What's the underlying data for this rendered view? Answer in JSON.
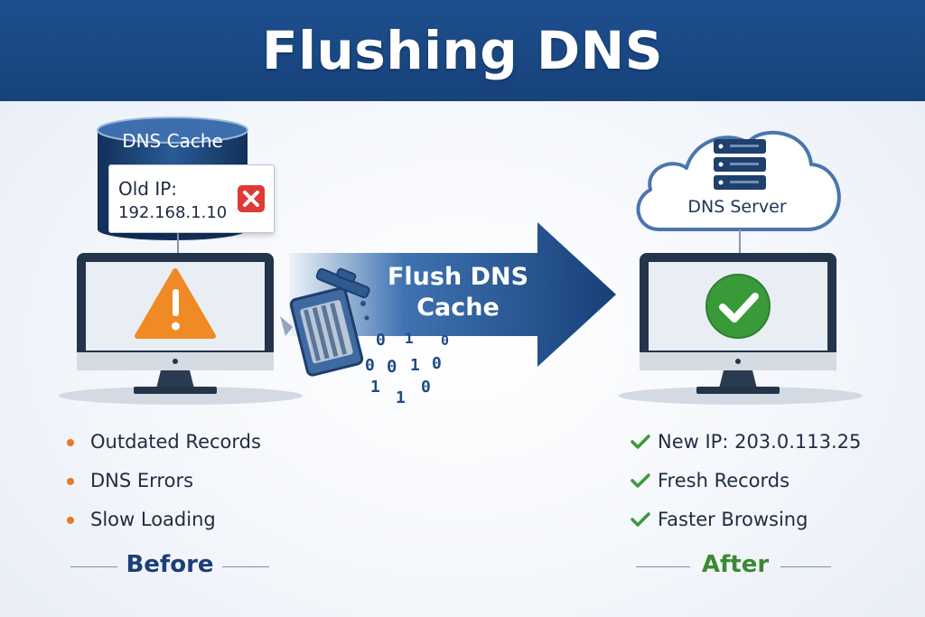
{
  "title": "Flushing DNS",
  "before": {
    "cache_label": "DNS Cache",
    "old_ip_label": "Old IP:",
    "old_ip_value": "192.168.1.10",
    "items": [
      "Outdated Records",
      "DNS Errors",
      "Slow Loading"
    ],
    "caption": "Before"
  },
  "action": {
    "label": "Flush DNS Cache",
    "binary_digits": [
      "0",
      "1",
      "0",
      "0",
      "1",
      "0",
      "1",
      "0",
      "1",
      "0"
    ]
  },
  "after": {
    "server_label": "DNS Server",
    "items": [
      "New IP: 203.0.113.25",
      "Fresh Records",
      "Faster Browsing"
    ],
    "caption": "After"
  },
  "colors": {
    "header": "#1d4f8e",
    "arrow": "#1b4f8f",
    "warning": "#f08a24",
    "error": "#e03a36",
    "success": "#3a9a3a",
    "bullet": "#e47a25"
  }
}
